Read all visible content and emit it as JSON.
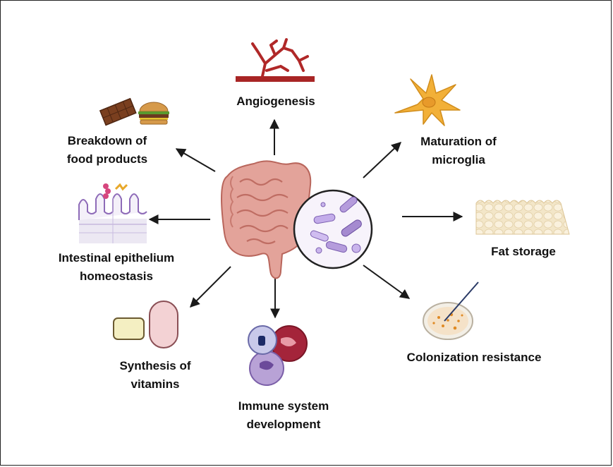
{
  "labels": {
    "angiogenesis": "Angiogenesis",
    "food": [
      "Breakdown of",
      "food products"
    ],
    "microglia": [
      "Maturation of",
      "microglia"
    ],
    "epithelium": [
      "Intestinal epithelium",
      "homeostasis"
    ],
    "fat": "Fat storage",
    "vitamins": [
      "Synthesis of",
      "vitamins"
    ],
    "immune": [
      "Immune system",
      "development"
    ],
    "colonization": "Colonization resistance"
  },
  "colors": {
    "arrow": "#1a1a1a",
    "gut": "#d98f86",
    "vessel": "#b02828",
    "microglia": "#f2b038",
    "fat": "#f1e2c2",
    "bacteria": "#b39ad8",
    "vitamin_a": "#f4efc2",
    "vitamin_b": "#f3d2d4"
  },
  "icons": [
    "blood-vessel-icon",
    "chocolate-icon",
    "burger-icon",
    "microglia-icon",
    "villi-icon",
    "adipose-tissue-icon",
    "vitamin-capsule-icon",
    "immune-cells-icon",
    "petri-dish-icon",
    "gut-icon",
    "bacteria-magnifier-icon"
  ]
}
